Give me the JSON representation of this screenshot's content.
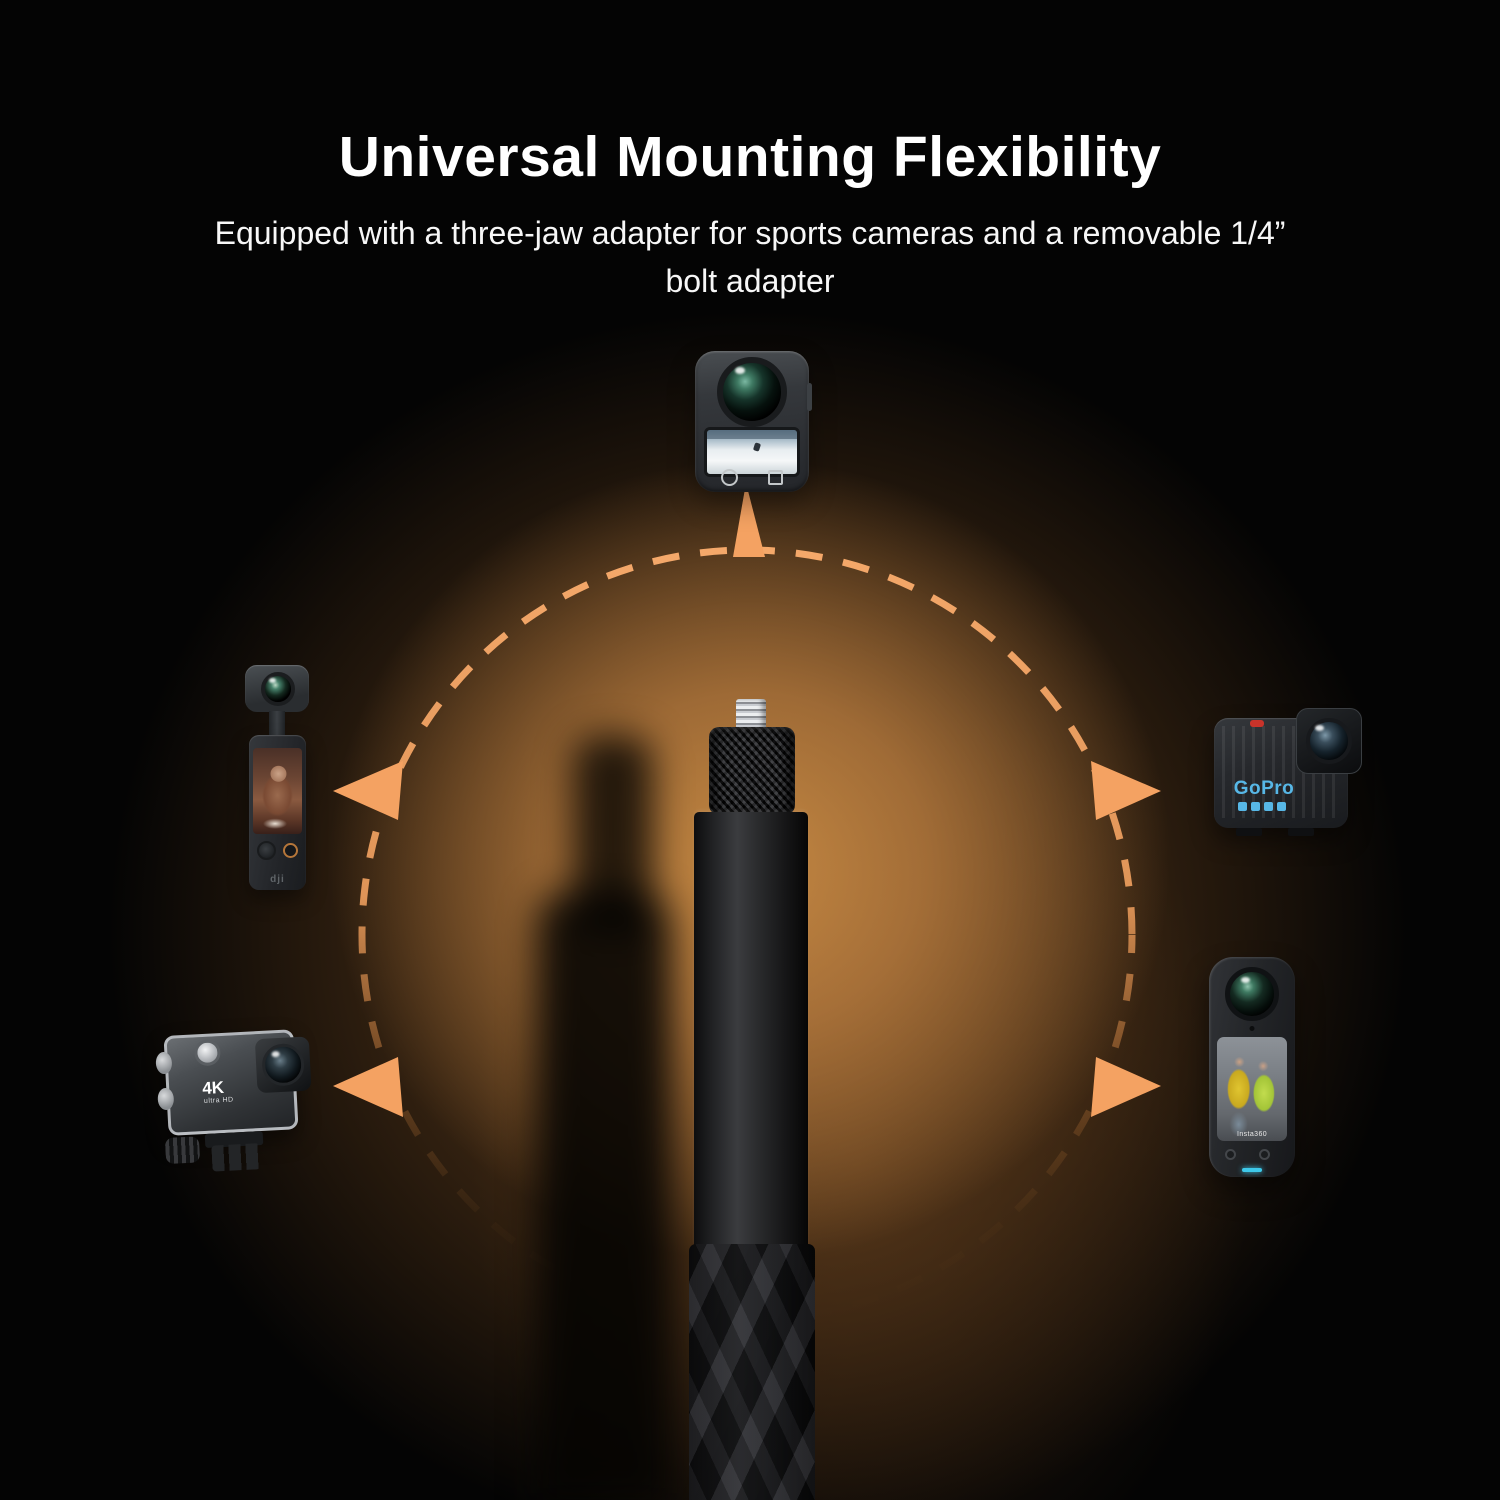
{
  "header": {
    "title": "Universal Mounting Flexibility",
    "subtitle_line1": "Equipped with a three-jaw adapter for sports cameras and a removable 1/4”",
    "subtitle_line2": "bolt adapter"
  },
  "labels": {
    "action4k_main": "4K",
    "action4k_sub": "ultra HD",
    "gopro_brand": "GoPro",
    "insta360_brand": "Insta360",
    "dji_logo": "dji"
  },
  "diagram": {
    "ring_style": "dashed-circle",
    "arrow_count": 5,
    "compatible_devices": [
      "360-action-camera",
      "pocket-gimbal-camera",
      "4k-action-camera",
      "gopro-action-camera",
      "insta360-x-camera"
    ]
  },
  "colors": {
    "background": "#040404",
    "glow": "#B57A3E",
    "ring_dash": "#F2A468",
    "arrow": "#F4A262",
    "title_text": "#FFFFFF",
    "gopro_blue": "#57B7E6",
    "record_ring_orange": "#B5763A",
    "led_blue": "#3EC9EA"
  }
}
